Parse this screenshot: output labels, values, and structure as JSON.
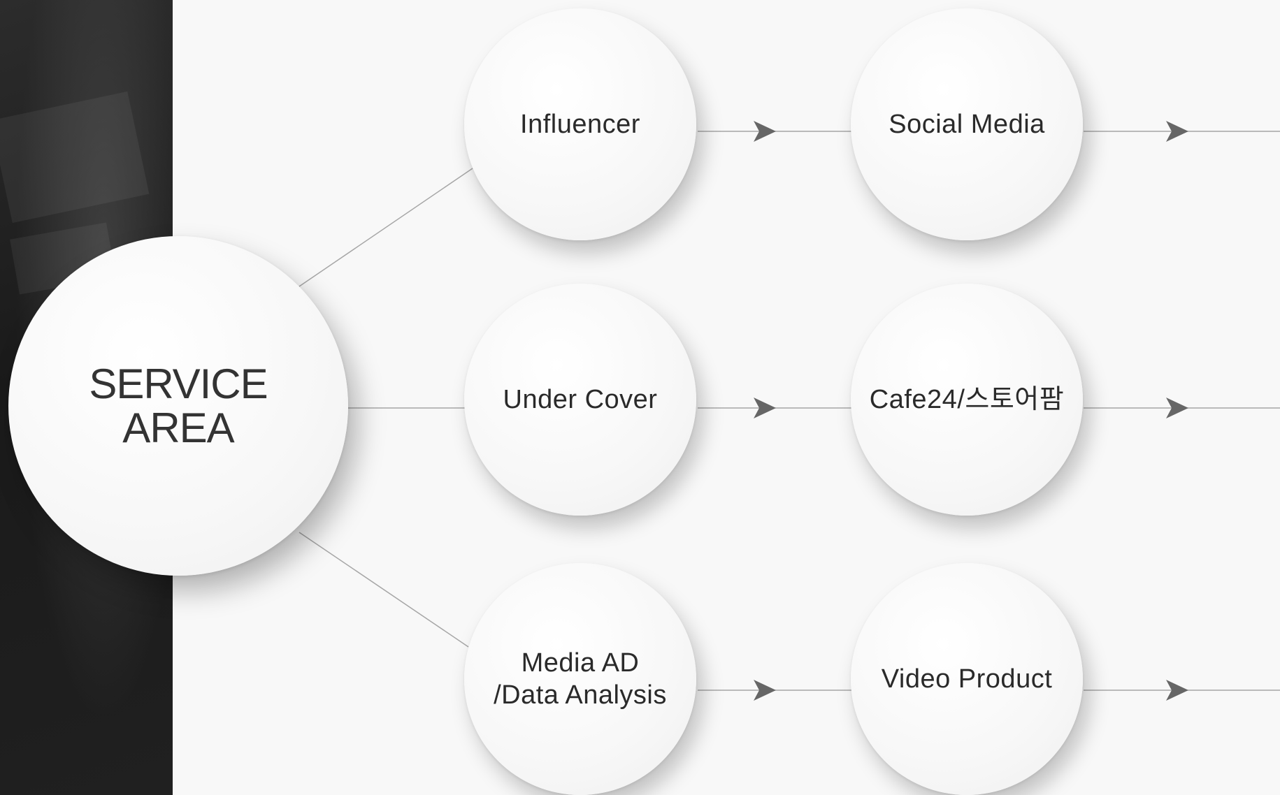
{
  "center": {
    "label": "SERVICE\nAREA"
  },
  "nodes": [
    {
      "id": "influencer",
      "label": "Influencer"
    },
    {
      "id": "under-cover",
      "label": "Under Cover"
    },
    {
      "id": "media-ad",
      "label": "Media AD\n/Data Analysis"
    },
    {
      "id": "social-media",
      "label": "Social Media"
    },
    {
      "id": "cafe24",
      "label": "Cafe24/스토어팜"
    },
    {
      "id": "video-product",
      "label": "Video Product"
    }
  ],
  "colors": {
    "background": "#f8f8f8",
    "panel": "#1e1e1e",
    "connector": "#9a9a9a",
    "arrow": "#6b6b6b",
    "text": "#2a2a2a"
  }
}
